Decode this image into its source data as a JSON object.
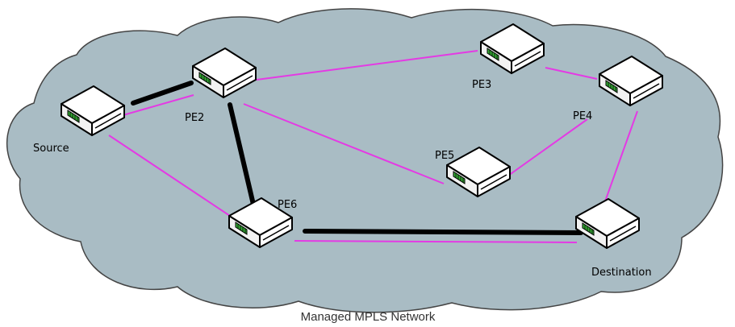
{
  "diagram": {
    "caption": "Managed MPLS Network",
    "nodes": {
      "source": "Source",
      "pe2": "PE2",
      "pe3": "PE3",
      "pe4": "PE4",
      "pe5": "PE5",
      "pe6": "PE6",
      "destination": "Destination"
    },
    "colors": {
      "cloud_fill": "#a9bcc4",
      "cloud_stroke": "#444444",
      "link": "#e43ae4",
      "path": "#000000"
    },
    "icons": {
      "router": "router-icon",
      "cloud": "cloud-shape"
    }
  }
}
